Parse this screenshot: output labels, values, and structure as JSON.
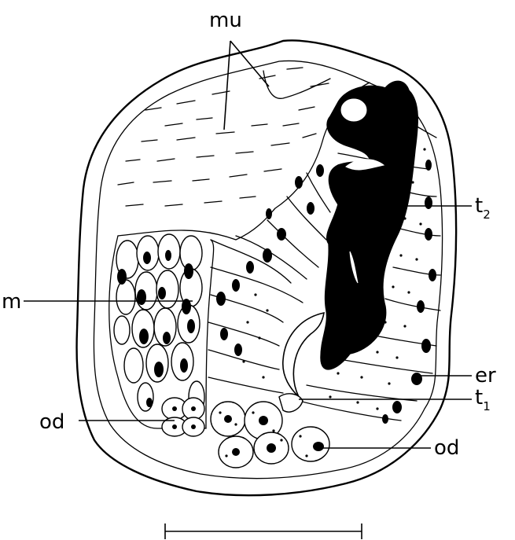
{
  "labels": {
    "mu": "mu",
    "m": "m",
    "od_left": "od",
    "od_right": "od",
    "t2_main": "t",
    "t2_sub": "2",
    "t1_main": "t",
    "t1_sub": "1",
    "er": "er"
  },
  "colors": {
    "ink": "#000000",
    "paper": "#ffffff"
  }
}
